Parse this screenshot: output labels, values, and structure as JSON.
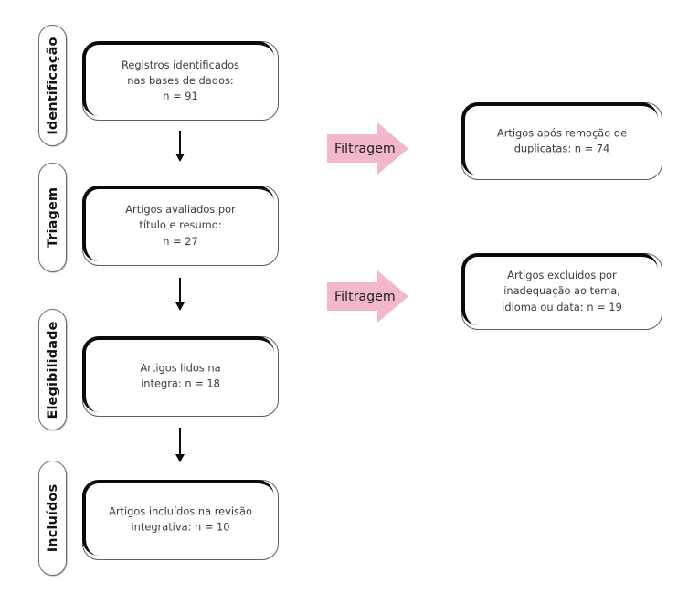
{
  "diagram": {
    "type": "prisma-flow-diagram",
    "language": "pt-BR",
    "accent_pink": "#f2b6cd",
    "box_fill": "#ffffff",
    "stroke_dark": "#0a0a0a",
    "stroke_light": "#5f5f5f",
    "text_color": "#3b3b3b"
  },
  "stages": [
    {
      "id": "identificacao",
      "label": "Identificação"
    },
    {
      "id": "triagem",
      "label": "Triagem"
    },
    {
      "id": "elegibilidade",
      "label": "Elegibilidade"
    },
    {
      "id": "incluidos",
      "label": "Incluídos"
    }
  ],
  "main_boxes": [
    {
      "id": "registros-identificados",
      "text": "Registros identificados\nnas bases de dados:\nn = 91",
      "n": 91
    },
    {
      "id": "artigos-avaliados",
      "text": "Artigos avaliados por\ntítulo e resumo:\nn = 27",
      "n": 27
    },
    {
      "id": "artigos-lidos-integra",
      "text": "Artigos lidos na\níntegra: n = 18",
      "n": 18
    },
    {
      "id": "artigos-incluidos",
      "text": "Artigos incluídos na revisão\nintegrativa: n = 10",
      "n": 10
    }
  ],
  "filter_arrows": [
    {
      "id": "filtragem-1",
      "label": "Filtragem"
    },
    {
      "id": "filtragem-2",
      "label": "Filtragem"
    }
  ],
  "side_boxes": [
    {
      "id": "apos-remocao-duplicatas",
      "text": "Artigos após remoção de\nduplicatas: n = 74",
      "n": 74
    },
    {
      "id": "artigos-excluidos",
      "text": "Artigos excluídos por\ninadequação ao tema,\nidioma ou data: n = 19",
      "n": 19
    }
  ]
}
